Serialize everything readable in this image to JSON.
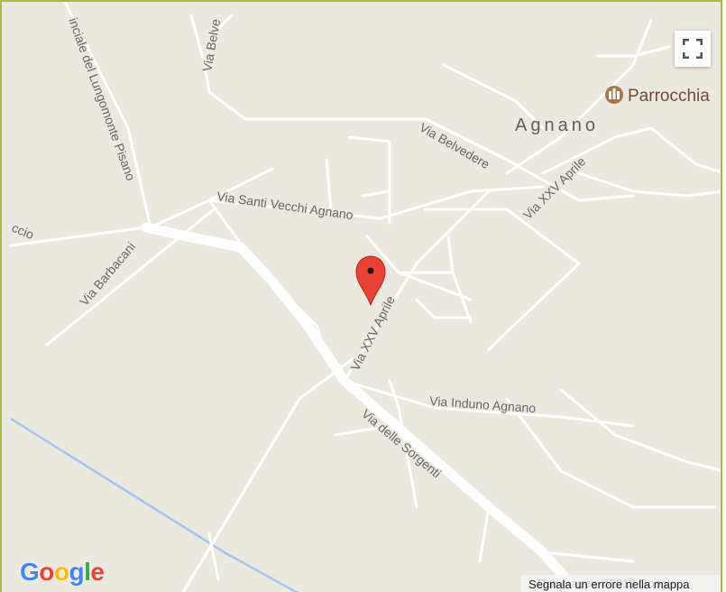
{
  "map": {
    "roads": {
      "lungomonte": "inciale del Lungomonte Pisano",
      "belvedere_top": "Via Belve",
      "belvedere": "Via Belvedere",
      "santi_vecchi": "Via Santi Vecchi Agnano",
      "barbacani": "Via Barbacani",
      "edge_left": "ccio",
      "xxv_aprile_main": "Via XXV Aprile",
      "xxv_aprile_upper": "Via XXV Aprile",
      "induno": "Via Induno Agnano",
      "sorgenti": "Via delle Sorgenti"
    },
    "places": {
      "agnano": "Agnano",
      "parrocchia": "Parrocchia"
    },
    "icons": {
      "marker": "map-marker-icon",
      "church": "church-icon",
      "fullscreen": "fullscreen-icon"
    },
    "colors": {
      "land": "#ebe8df",
      "road": "#ffffff",
      "water": "#a4c4ef",
      "marker": "#ea4335",
      "frame": "#a8bd3a"
    }
  },
  "logo": {
    "letters": [
      "G",
      "o",
      "o",
      "g",
      "l",
      "e"
    ],
    "colors": [
      "#4285f4",
      "#ea4335",
      "#fbbc05",
      "#4285f4",
      "#34a853",
      "#ea4335"
    ]
  },
  "footer": {
    "credit": "Dati mappa ©2018 Google",
    "report_error": "Segnala un errore nella mappa"
  }
}
